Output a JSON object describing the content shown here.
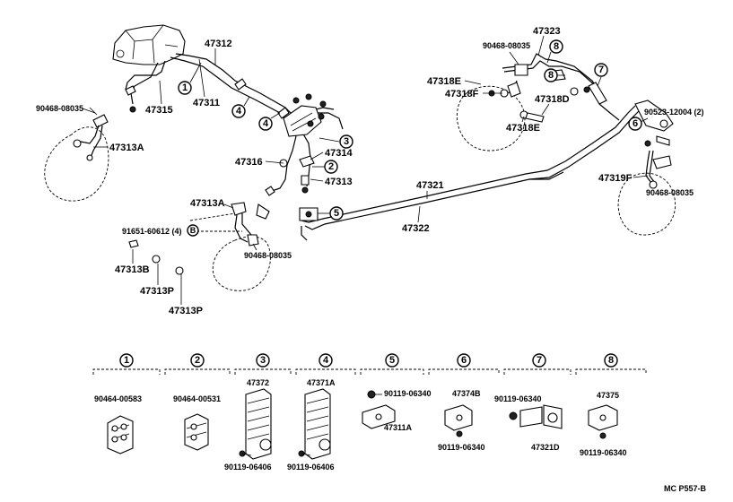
{
  "labels": {
    "p47312": "47312",
    "p47311": "47311",
    "p47315": "47315",
    "p90468_08035_a": "90468-08035",
    "p47313A_a": "47313A",
    "p47316": "47316",
    "p47314": "47314",
    "p47313": "47313",
    "p47313A_b": "47313A",
    "p91651": "91651-60612 (4)",
    "p47313B": "47313B",
    "p47313P_a": "47313P",
    "p47313P_b": "47313P",
    "p90468_08035_b": "90468-08035",
    "p47321": "47321",
    "p47322": "47322",
    "p47323": "47323",
    "p90468_08035_c": "90468-08035",
    "p47318E_a": "47318E",
    "p47318F": "47318F",
    "p47318D": "47318D",
    "p47318E_b": "47318E",
    "p90523": "90523-12004 (2)",
    "p47319F": "47319F",
    "p90468_08035_d": "90468-08035",
    "code": "MC P557-B"
  },
  "callouts": {
    "c1": "1",
    "c2": "2",
    "c3": "3",
    "c4a": "4",
    "c4b": "4",
    "c5": "5",
    "c6": "6",
    "c7": "7",
    "c8a": "8",
    "c8b": "8",
    "cB": "B"
  },
  "kits": [
    {
      "num": "1",
      "parts": [
        "90464-00583"
      ]
    },
    {
      "num": "2",
      "parts": [
        "90464-00531"
      ]
    },
    {
      "num": "3",
      "parts": [
        "47372",
        "90119-06406"
      ]
    },
    {
      "num": "4",
      "parts": [
        "47371A",
        "90119-06406"
      ]
    },
    {
      "num": "5",
      "parts": [
        "90119-06340",
        "47311A"
      ]
    },
    {
      "num": "6",
      "parts": [
        "47374B",
        "90119-06340"
      ]
    },
    {
      "num": "7",
      "parts": [
        "90119-06340",
        "47321D"
      ]
    },
    {
      "num": "8",
      "parts": [
        "47375",
        "90119-06340"
      ]
    }
  ]
}
